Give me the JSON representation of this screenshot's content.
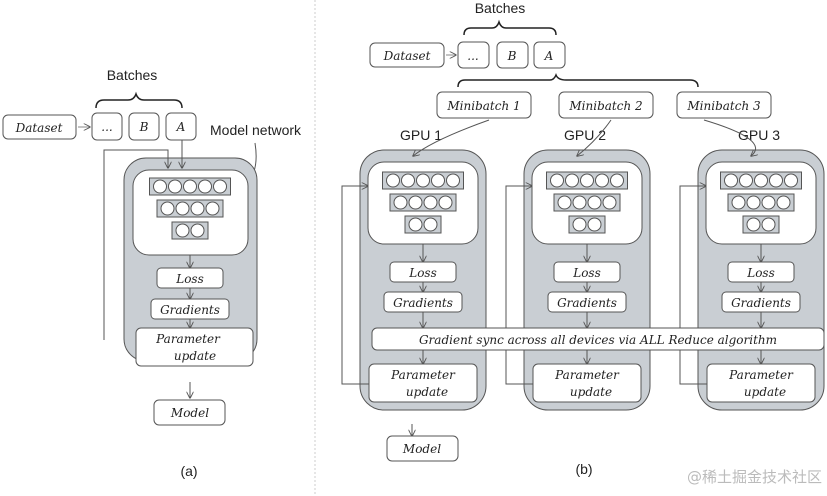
{
  "panel_a": {
    "batches_label": "Batches",
    "dataset_label": "Dataset",
    "batch_items": [
      "...",
      "B",
      "A"
    ],
    "model_network_label": "Model network",
    "network_layers": [
      5,
      4,
      2
    ],
    "steps": [
      "Loss",
      "Gradients"
    ],
    "param_update": [
      "Parameter",
      "update"
    ],
    "model_label": "Model",
    "caption": "(a)"
  },
  "panel_b": {
    "batches_label": "Batches",
    "dataset_label": "Dataset",
    "batch_items": [
      "...",
      "B",
      "A"
    ],
    "minibatches": [
      "Minibatch 1",
      "Minibatch 2",
      "Minibatch 3"
    ],
    "gpus": [
      "GPU 1",
      "GPU 2",
      "GPU 3"
    ],
    "network_layers": [
      5,
      4,
      2
    ],
    "steps": [
      "Loss",
      "Gradients"
    ],
    "sync_label": "Gradient sync across all devices via ALL Reduce algorithm",
    "param_update": [
      "Parameter",
      "update"
    ],
    "model_label": "Model",
    "caption": "(b)"
  },
  "watermark": "@稀土掘金技术社区",
  "colors": {
    "gpu_fill": "#c9ced3",
    "box_stroke": "#555555",
    "line": "#555555"
  }
}
